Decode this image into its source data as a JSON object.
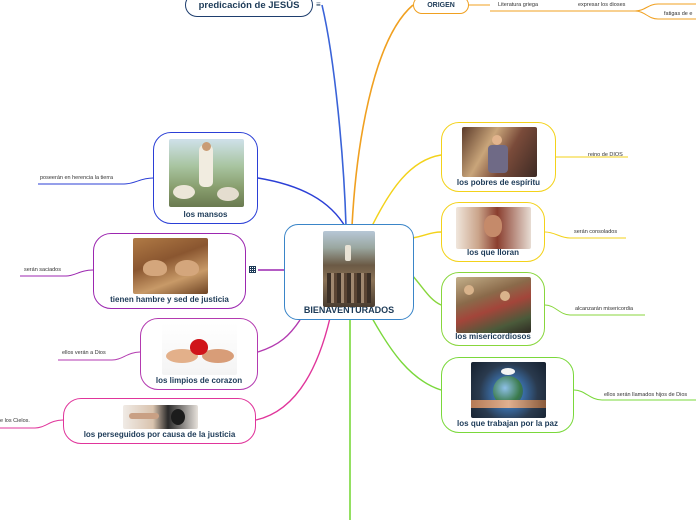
{
  "center": {
    "label": "BIENAVENTURADOS"
  },
  "top": {
    "predicacion": "predicación de JESÚS",
    "menu_icon": "≡",
    "origen": "ORIGEN",
    "literatura": "Literatura griega",
    "expresar": "expresar los dioses",
    "fatigas": "fatigas de e"
  },
  "right_nodes": [
    {
      "label": "los pobres de espíritu",
      "leaf": "reino de DIOS"
    },
    {
      "label": "los que lloran",
      "leaf": "serán consolados"
    },
    {
      "label": "los misericordiosos",
      "leaf": "alcanzarán misericordia"
    },
    {
      "label": "los que trabajan por la paz",
      "leaf": "ellos serán llamados hijos de Dios"
    }
  ],
  "left_nodes": [
    {
      "label": "los mansos",
      "leaf": "poseerán en herencia la tierra"
    },
    {
      "label": "tienen hambre y sed de justicia",
      "leaf": "serán saciados"
    },
    {
      "label": "los limpios de corazon",
      "leaf": "ellos verán a Dios"
    },
    {
      "label": "los perseguidos por causa de la justicia",
      "leaf": "e los Cielos."
    }
  ],
  "colors": {
    "center": "#3a85c8",
    "pobres": "#f3d21a",
    "lloran": "#f3d21a",
    "misericordiosos": "#88d63c",
    "paz": "#7ad83b",
    "mansos": "#2b3fd6",
    "hambre": "#9c27b0",
    "limpios": "#b33ab0",
    "perseguidos": "#e0359b",
    "origen": "#f0a020",
    "predicacion": "#1e3e6e"
  }
}
